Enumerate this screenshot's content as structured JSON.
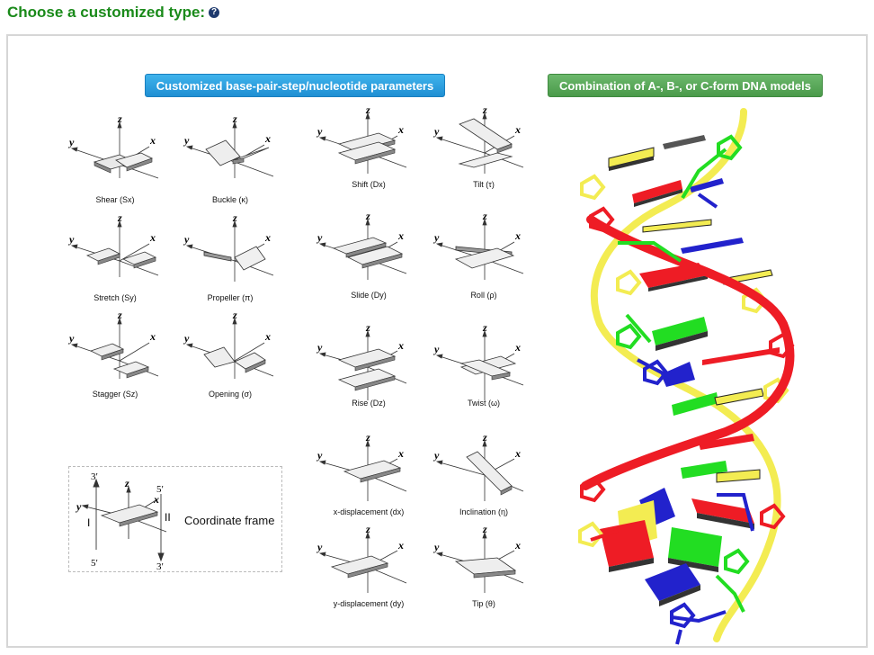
{
  "heading": {
    "title": "Choose a customized type:",
    "help_icon": "question-circle-icon"
  },
  "buttons": {
    "parameters_label": "Customized base-pair-step/nucleotide parameters",
    "models_label": "Combination of A-, B-, or C-form DNA models"
  },
  "captions": {
    "shear": "Shear (Sx)",
    "buckle": "Buckle (κ)",
    "stretch": "Stretch (Sy)",
    "propeller": "Propeller (π)",
    "stagger": "Stagger (Sz)",
    "opening": "Opening (σ)",
    "shift": "Shift (Dx)",
    "tilt": "Tilt (τ)",
    "slide": "Slide (Dy)",
    "roll": "Roll (ρ)",
    "rise": "Rise (Dz)",
    "twist": "Twist (ω)",
    "x_displacement": "x-displacement (dx)",
    "inclination": "Inclination (η)",
    "y_displacement": "y-displacement (dy)",
    "tip": "Tip (θ)"
  },
  "coordinate_frame": {
    "label": "Coordinate frame",
    "strand_one": "I",
    "strand_two": "II",
    "three_prime_top": "3′",
    "five_prime_bottom": "5′",
    "five_prime_top": "5′",
    "three_prime_bottom": "3′"
  },
  "axis_labels": {
    "x": "x",
    "y": "y",
    "z": "z"
  },
  "colors": {
    "heading": "#1a8a1a",
    "blue_button": "#2a9fe0",
    "green_button": "#5aa85a",
    "strand_red": "#ee1c25",
    "strand_yellow": "#f5ee55",
    "base_green": "#22dd22",
    "base_blue": "#2222cc"
  }
}
